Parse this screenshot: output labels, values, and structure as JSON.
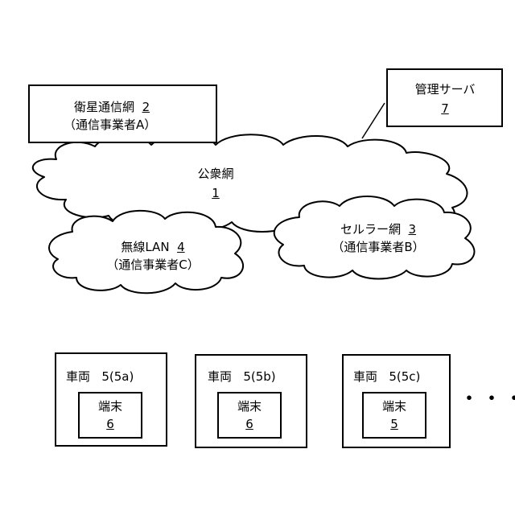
{
  "public_network": {
    "name": "公衆網",
    "number": "1"
  },
  "satellite_network": {
    "name": "衛星通信網",
    "number": "2",
    "operator": "（通信事業者A）"
  },
  "cellular_network": {
    "name": "セルラー網",
    "number": "3",
    "operator": "（通信事業者B）"
  },
  "wireless_lan": {
    "name": "無線LAN",
    "number": "4",
    "operator": "（通信事業者C）"
  },
  "management_server": {
    "name": "管理サーバ",
    "number": "7"
  },
  "vehicles": [
    {
      "label": "車両",
      "number": "5(5a)",
      "terminal_label": "端末",
      "terminal_number": "6"
    },
    {
      "label": "車両",
      "number": "5(5b)",
      "terminal_label": "端末",
      "terminal_number": "6"
    },
    {
      "label": "車両",
      "number": "5(5c)",
      "terminal_label": "端末",
      "terminal_number": "5"
    }
  ],
  "more_indicator": "・・・"
}
